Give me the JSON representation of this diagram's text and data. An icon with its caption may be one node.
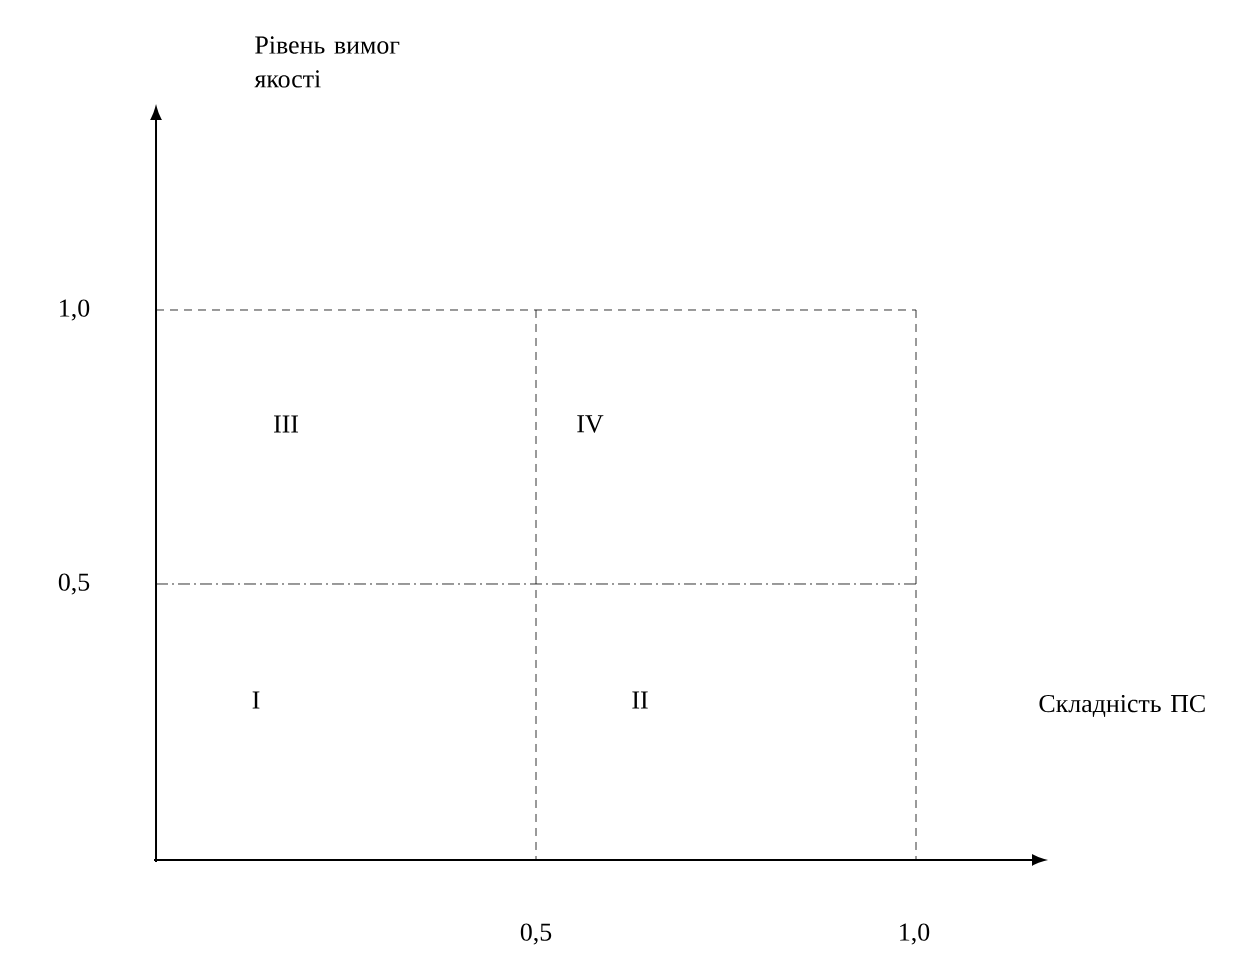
{
  "diagram": {
    "labels": [
      "Рівень вимог якості",
      "1,0",
      "III",
      "IV",
      "0,5",
      "I",
      "II",
      "Складність ПС",
      "0,5",
      "1,0"
    ]
  }
}
